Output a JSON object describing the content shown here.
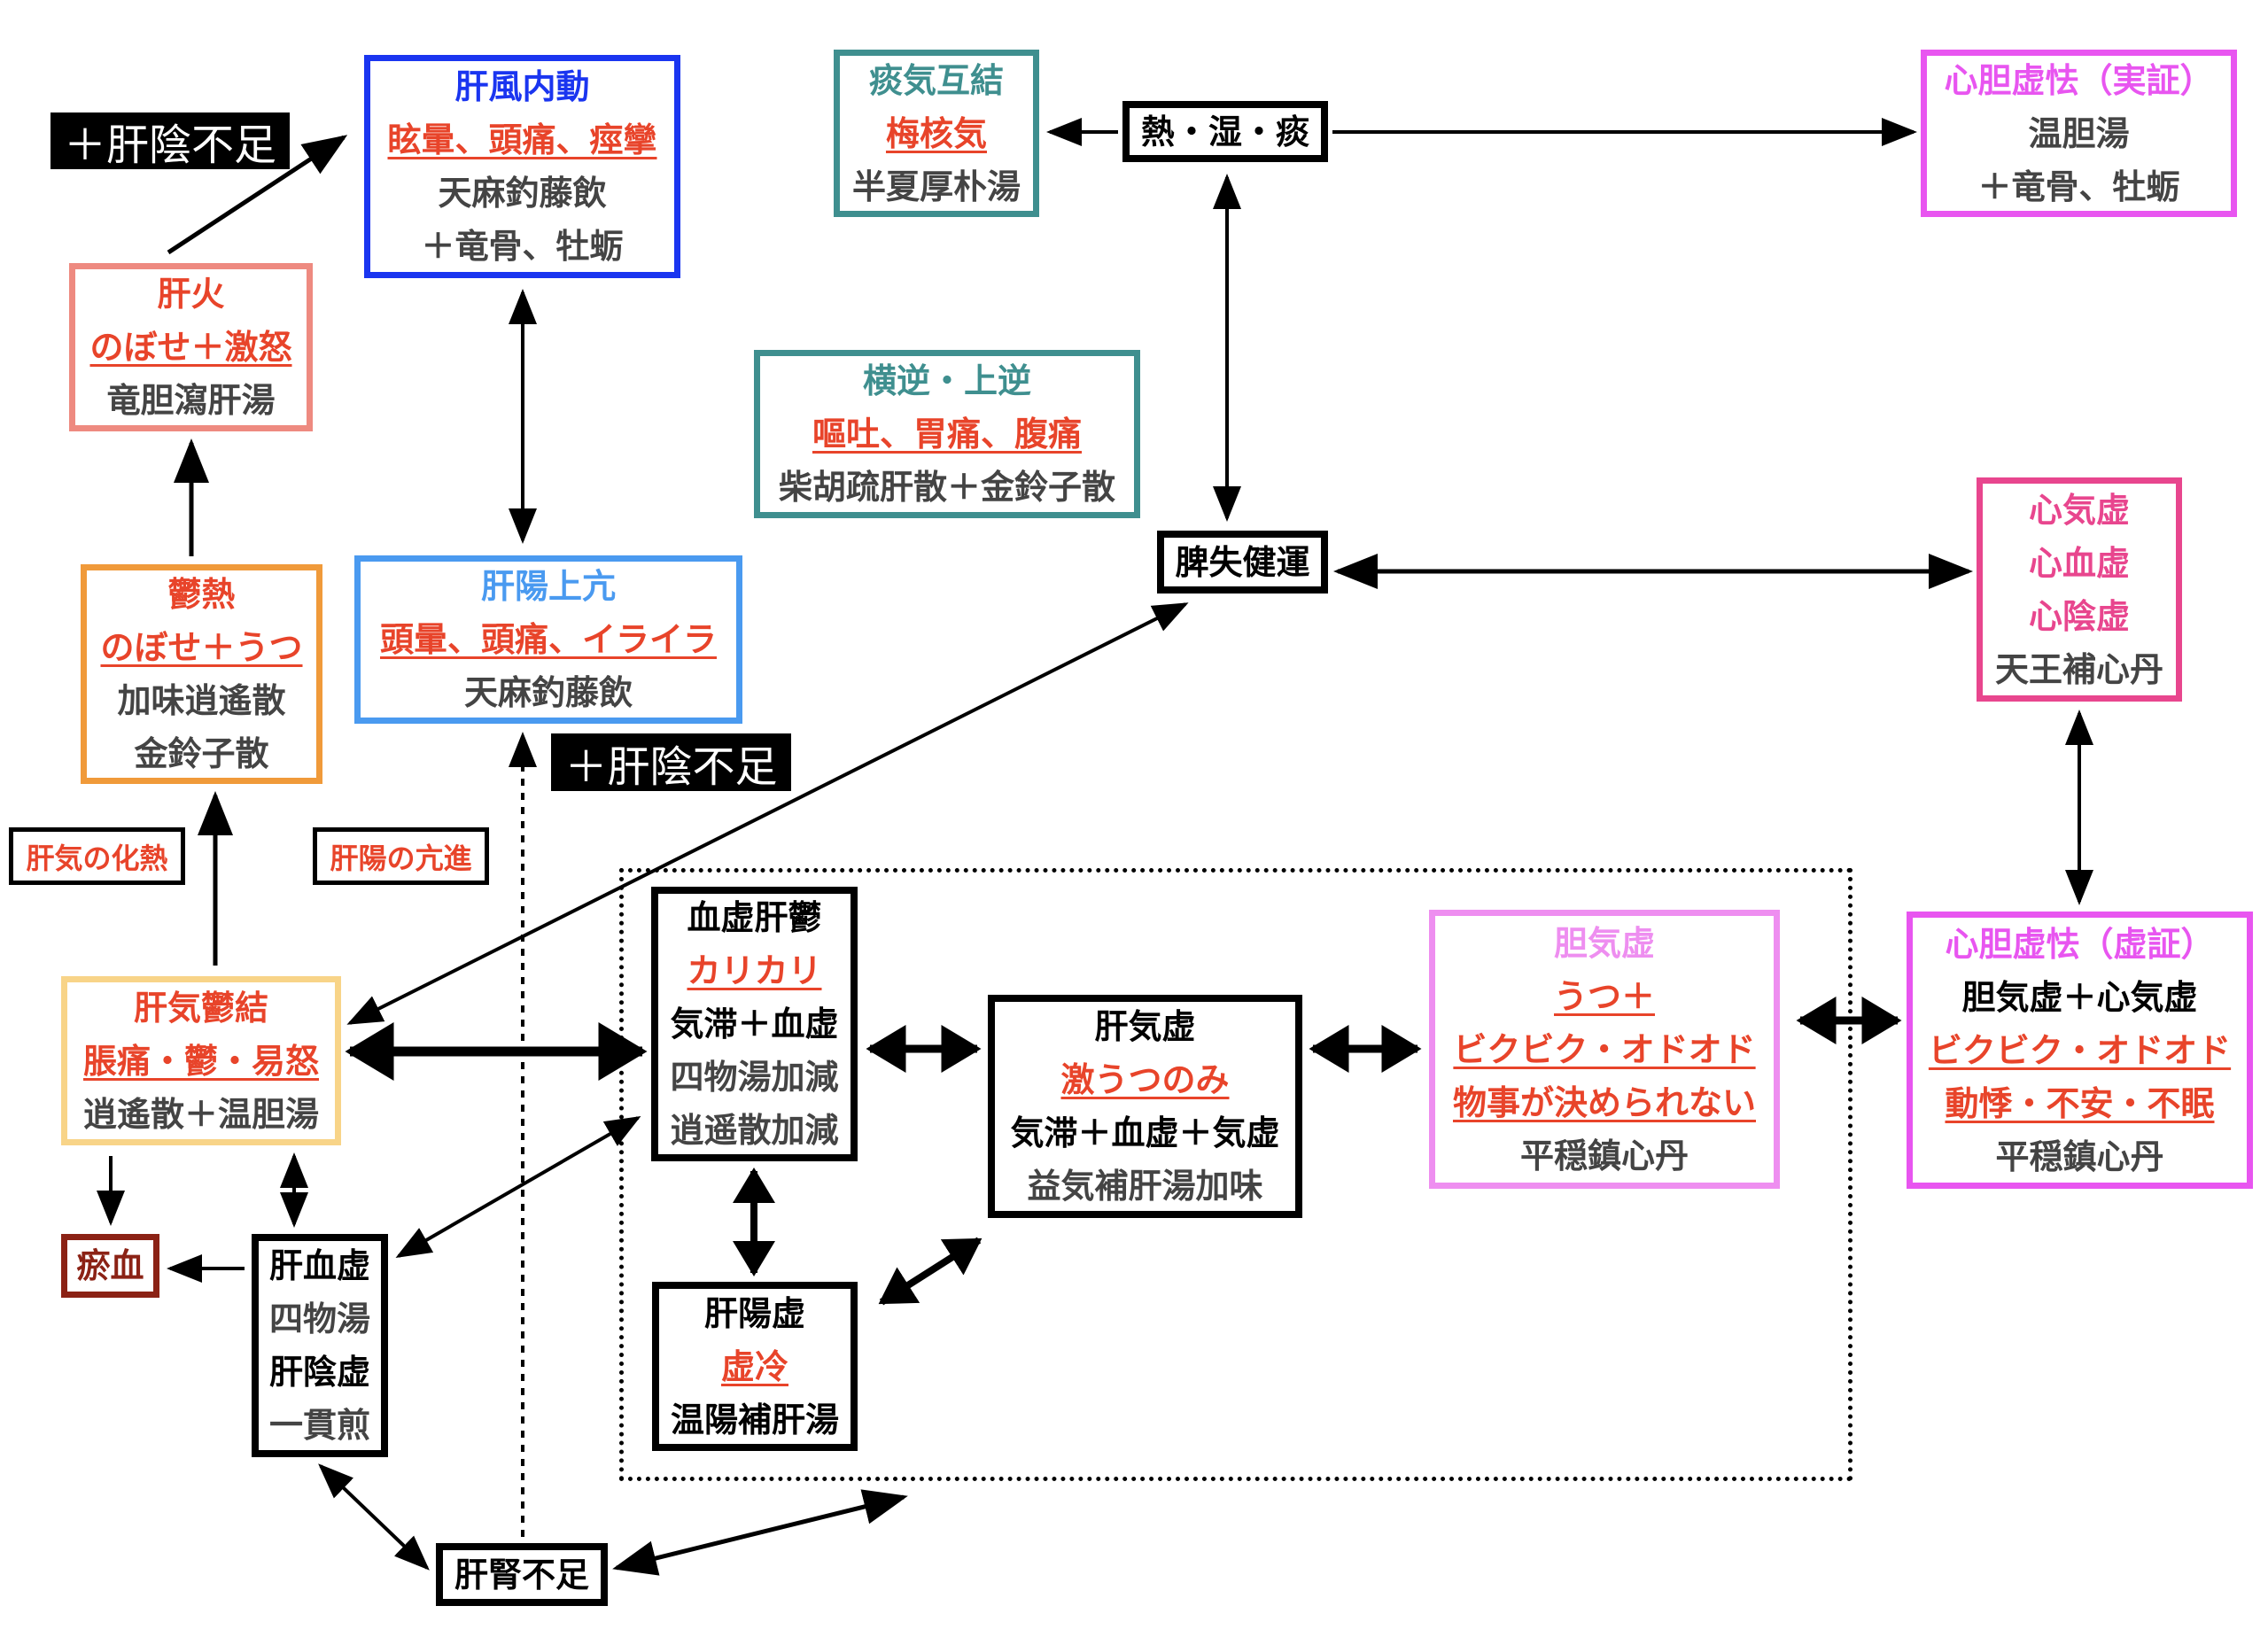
{
  "diagram": {
    "nodes": {
      "kanpu_naido": {
        "title": "肝風内動",
        "symptom": "眩暈、頭痛、痙攣",
        "drug": "天麻釣藤飲",
        "drug2": "＋竜骨、牡蛎",
        "color": "#1a35f0"
      },
      "kanka": {
        "title": "肝火",
        "symptom": "のぼせ＋激怒",
        "drug": "竜胆瀉肝湯",
        "color": "#ee8a80"
      },
      "utsunetsu": {
        "title": "鬱熱",
        "symptom": "のぼせ＋うつ",
        "drug": "加味逍遙散",
        "drug2": "金鈴子散",
        "color": "#f09a3a"
      },
      "kanyo_jouko": {
        "title": "肝陽上亢",
        "symptom": "頭暈、頭痛、イライラ",
        "drug": "天麻釣藤飲",
        "color": "#4a9af0"
      },
      "tanki_goketsu": {
        "title": "痰気互結",
        "symptom": "梅核気",
        "drug": "半夏厚朴湯",
        "color": "#3f8f8f"
      },
      "netsu_shitsu_tan": {
        "title": "熱・湿・痰"
      },
      "shintan_kyokyo_jissho": {
        "title": "心胆虚怯（実証）",
        "drug": "温胆湯",
        "drug2": "＋竜骨、牡蛎",
        "color": "#e855f0"
      },
      "ougyaku_jougyaku": {
        "title": "横逆・上逆",
        "symptom": "嘔吐、胃痛、腹痛",
        "drug": "柴胡疏肝散＋金鈴子散",
        "color": "#3f8f8f"
      },
      "hishitsu_kenun": {
        "title": "脾失健運"
      },
      "shinkikyo": {
        "lines": [
          "心気虚",
          "心血虚",
          "心陰虚"
        ],
        "drug": "天王補心丹",
        "color": "#e8468e"
      },
      "kanki_kanetsu_label": {
        "title": "肝気の化熱"
      },
      "kanyo_koushin_label": {
        "title": "肝陽の亢進"
      },
      "kanin_fusoku_tag_top": {
        "title": "＋肝陰不足"
      },
      "kanin_fusoku_tag_mid": {
        "title": "＋肝陰不足"
      },
      "kanki_ukketsu": {
        "title": "肝気鬱結",
        "symptom": "脹痛・鬱・易怒",
        "drug": "逍遙散＋温胆湯",
        "color": "#f8d488"
      },
      "oketsu": {
        "title": "瘀血",
        "color": "#8b2215"
      },
      "kanketsukyo": {
        "title": "肝血虚",
        "drug": "四物湯",
        "title2": "肝陰虚",
        "drug2": "一貫煎"
      },
      "kanjin_fusoku": {
        "title": "肝腎不足"
      },
      "kekkyo_kanutsu": {
        "title": "血虚肝鬱",
        "symptom": "カリカリ",
        "desc": "気滞＋血虚",
        "drug": "四物湯加減",
        "drug2": "逍遥散加減"
      },
      "kanyokyo": {
        "title": "肝陽虚",
        "symptom": "虚冷",
        "drug": "温陽補肝湯"
      },
      "kankikyo": {
        "title": "肝気虚",
        "symptom": "激うつのみ",
        "desc": "気滞＋血虚＋気虚",
        "drug": "益気補肝湯加味"
      },
      "tankikyo": {
        "title": "胆気虚",
        "symptom": "うつ＋",
        "symptom2": "ビクビク・オドオド",
        "symptom3": "物事が決められない",
        "drug": "平穏鎮心丹",
        "color": "#ee8ef0"
      },
      "shintan_kyokyo_kyosho": {
        "title": "心胆虚怯（虚証）",
        "desc": "胆気虚＋心気虚",
        "symptom": "ビクビク・オドオド",
        "symptom2": "動悸・不安・不眠",
        "drug": "平穏鎮心丹",
        "color": "#e855f0"
      }
    },
    "colors": {
      "symptom_text": "#e8442a",
      "drug_text": "#444444",
      "arrow": "#000000"
    }
  }
}
